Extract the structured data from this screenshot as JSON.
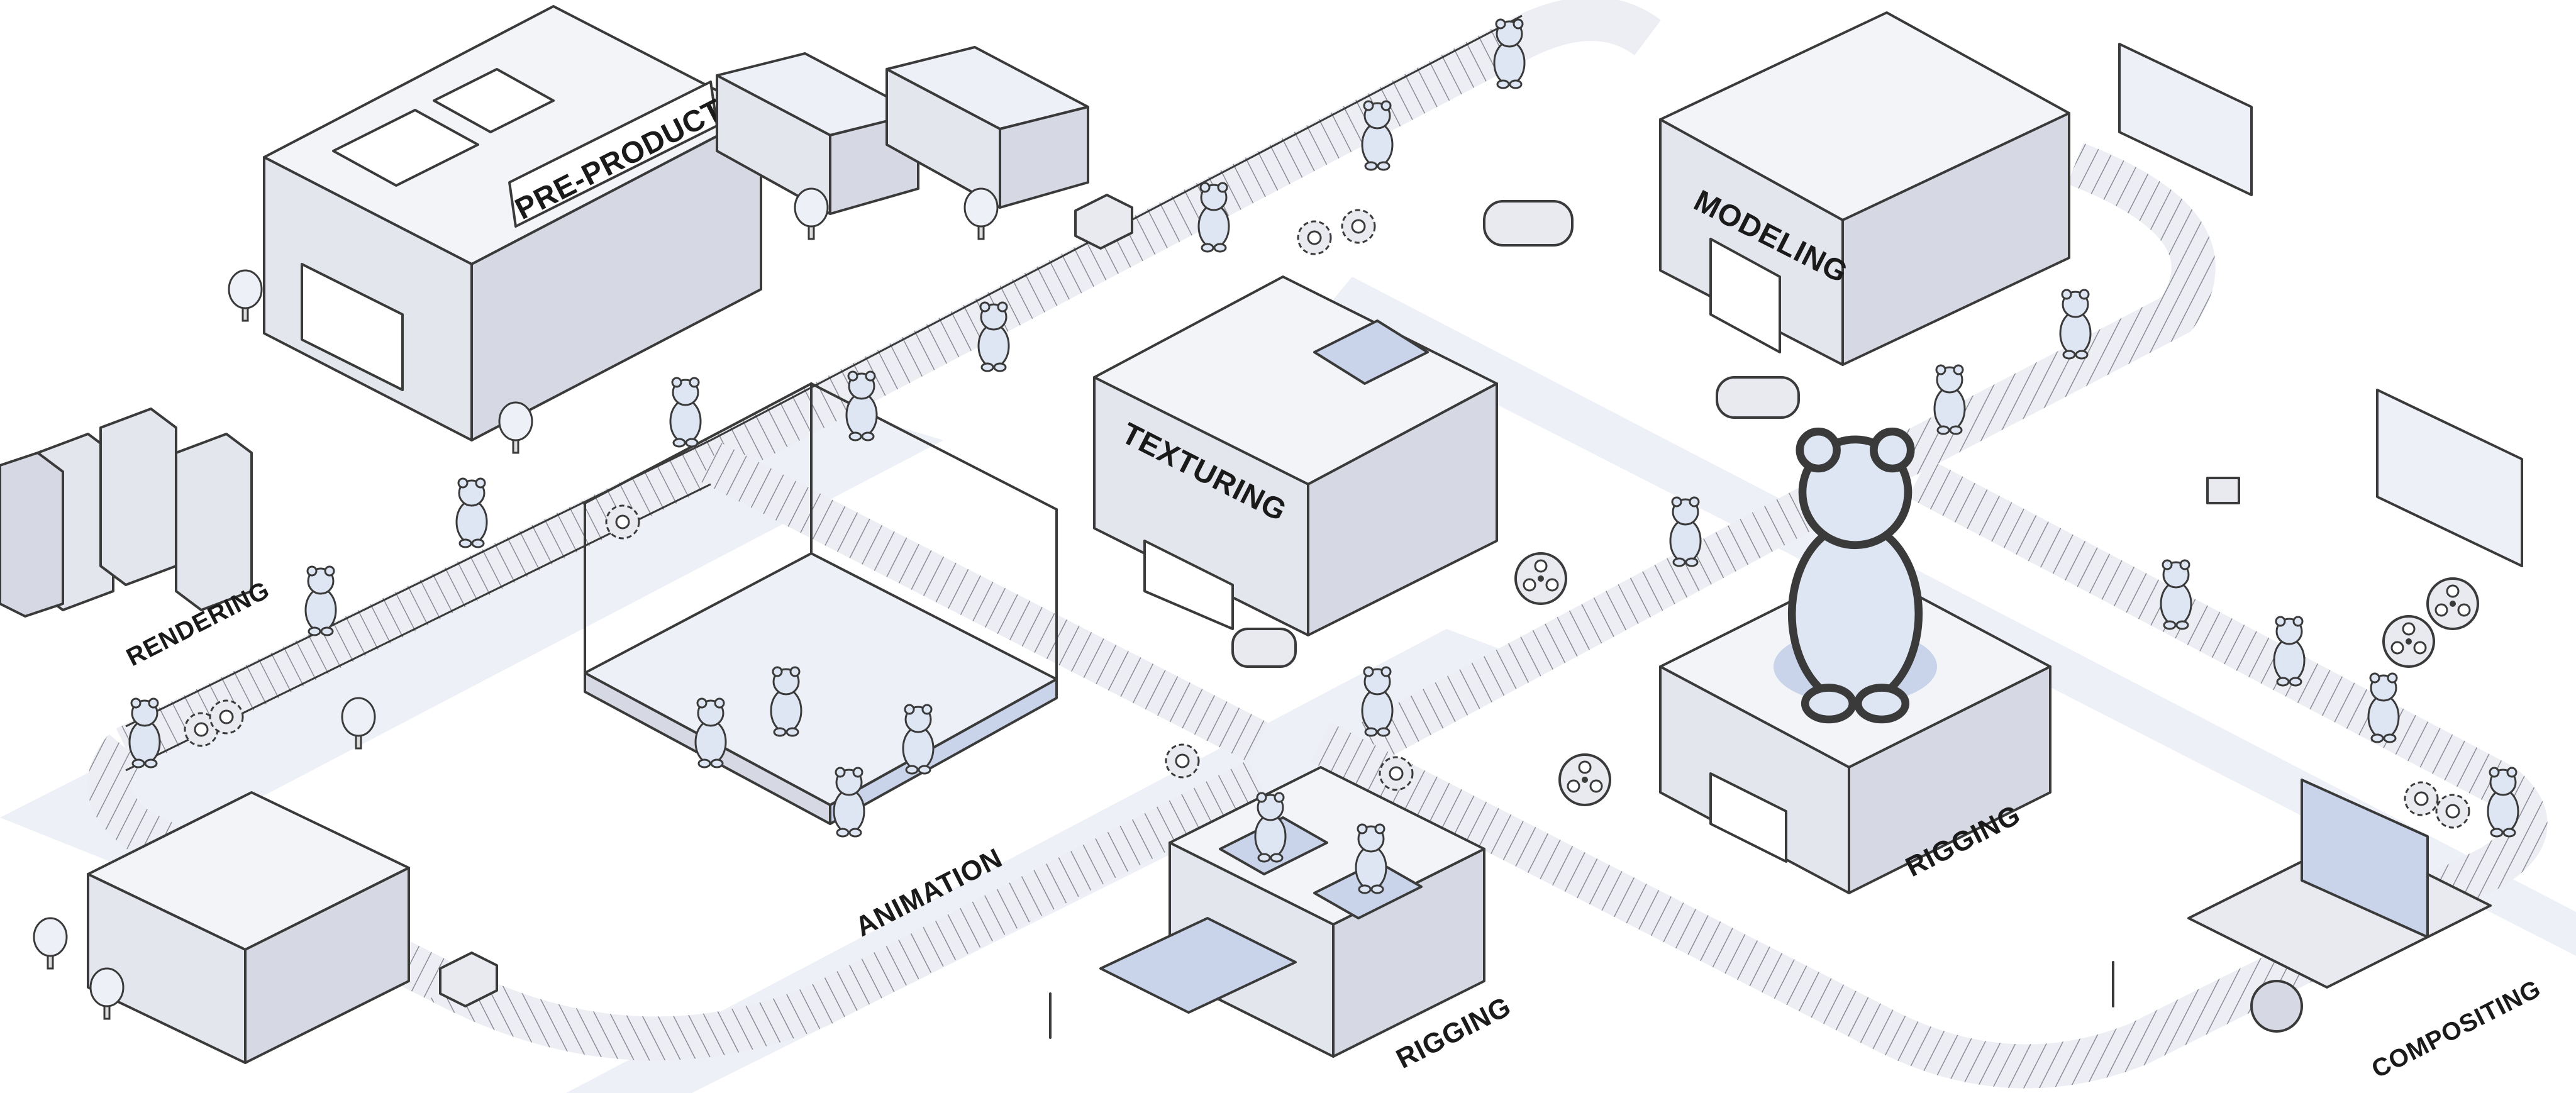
{
  "labels": {
    "pre_production": "PRE-PRODUCTION",
    "modeling": "MODELING",
    "texturing": "TEXTURING",
    "rendering": "RENDERING",
    "animation": "ANIMATION",
    "rigging_center": "RIGGING",
    "rigging_bottom": "RIGGING",
    "compositing": "COMPOSITING"
  },
  "colors": {
    "line": "#3a3a3a",
    "building_top": "#f3f4f8",
    "building_left": "#e4e6ee",
    "building_right": "#d6d9e4",
    "accent_blue": "#c9d4ea",
    "bear": "#dfe6f3",
    "belt": "#eceef3",
    "ground_band": "#eef0f7"
  },
  "icons": [
    "conveyor-belt",
    "bear-figure",
    "building",
    "server-rack",
    "shipping-container",
    "film-reel",
    "game-controller",
    "vr-headset",
    "movie-camera",
    "monitor",
    "joystick",
    "gear",
    "cardboard-box",
    "tree",
    "picture-frame",
    "tablet",
    "desk-chair"
  ]
}
